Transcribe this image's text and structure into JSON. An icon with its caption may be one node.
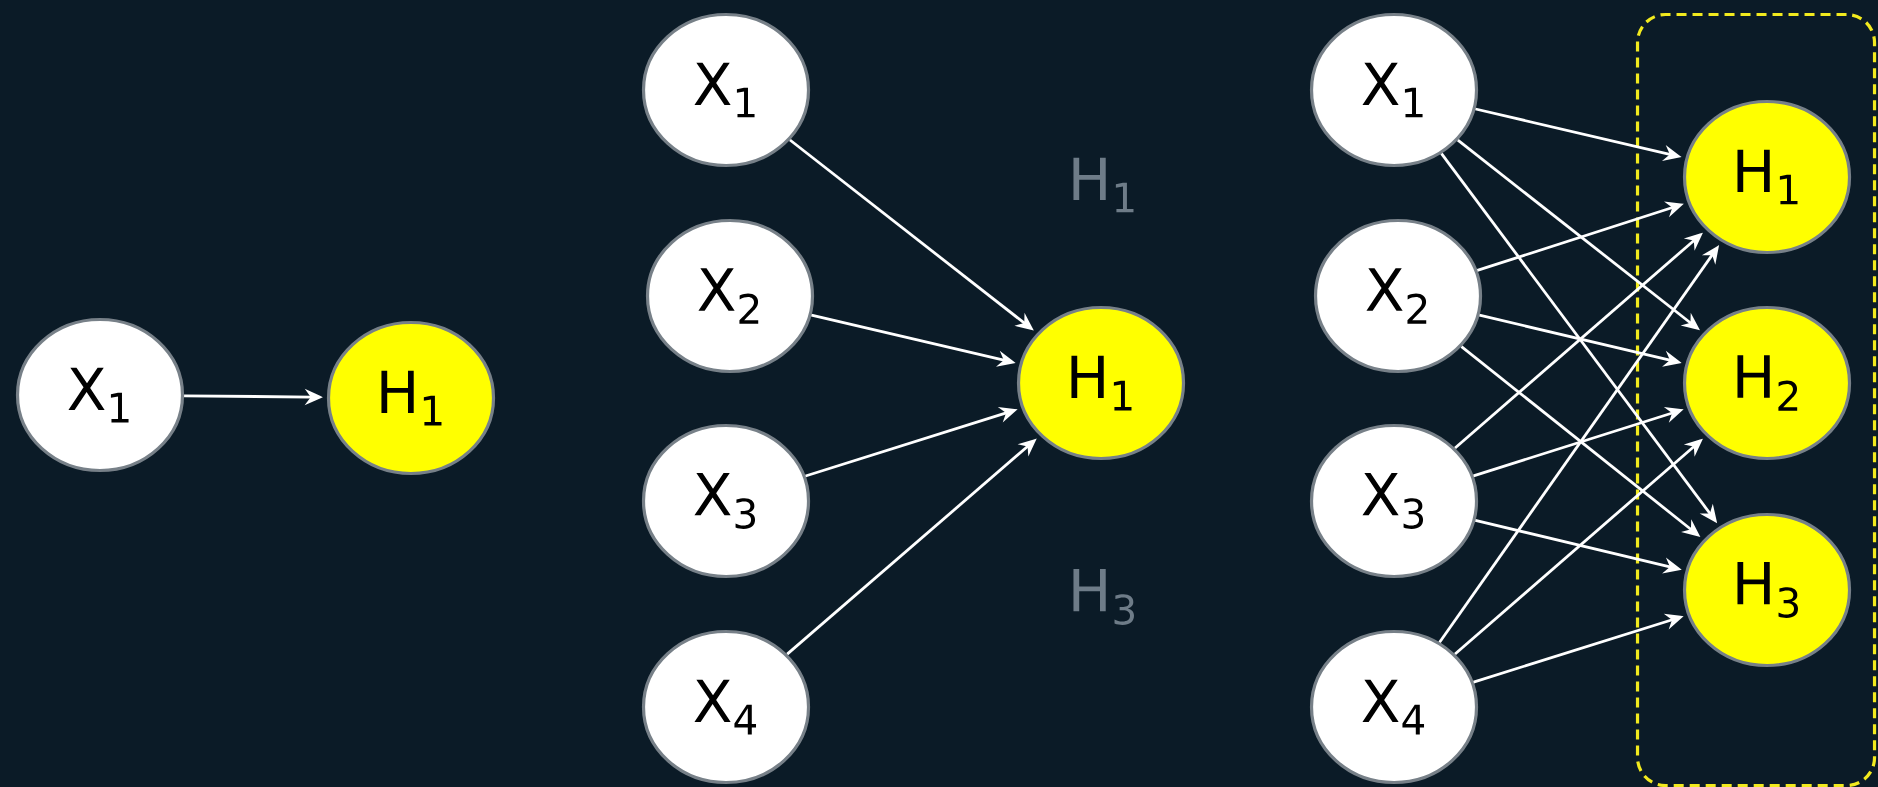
{
  "diagram": {
    "nodes": [
      {
        "text": [
          "X$_{1}$"
        ]
      },
      {
        "text": [
          "H$_{1}$"
        ]
      },
      {
        "text": [
          "X$_{1}$"
        ]
      },
      {
        "text": [
          "X$_{2}$"
        ]
      },
      {
        "text": [
          "X$_{3}$"
        ]
      },
      {
        "text": [
          "X$_{4}$"
        ]
      },
      {
        "text": [
          "H$_{1}$"
        ]
      },
      {
        "text": [
          "X$_{1}$"
        ]
      },
      {
        "text": [
          "X$_{2}$"
        ]
      },
      {
        "text": [
          "X$_{3}$"
        ]
      },
      {
        "text": [
          "X$_{4}$"
        ]
      },
      {
        "text": [],
        "shape": "box"
      },
      {
        "text": [
          "H$_{1}$"
        ],
        "in": 11
      },
      {
        "text": [
          "H$_{2}$"
        ],
        "in": 11
      },
      {
        "text": [
          "H$_{3}$"
        ],
        "in": 11
      }
    ],
    "edges": [
      {
        "from": 0,
        "to": 1,
        "arrow": "to"
      },
      {
        "from": 2,
        "to": 6,
        "arrow": "to"
      },
      {
        "from": 3,
        "to": 6,
        "arrow": "to"
      },
      {
        "from": 4,
        "to": 6,
        "arrow": "to"
      },
      {
        "from": 5,
        "to": 6,
        "arrow": "to"
      },
      {
        "from": 7,
        "to": 12,
        "arrow": "to"
      },
      {
        "from": 7,
        "to": 13,
        "arrow": "to"
      },
      {
        "from": 7,
        "to": 14,
        "arrow": "to"
      },
      {
        "from": 8,
        "to": 12,
        "arrow": "to"
      },
      {
        "from": 8,
        "to": 13,
        "arrow": "to"
      },
      {
        "from": 8,
        "to": 14,
        "arrow": "to"
      },
      {
        "from": 9,
        "to": 12,
        "arrow": "to"
      },
      {
        "from": 9,
        "to": 13,
        "arrow": "to"
      },
      {
        "from": 9,
        "to": 14,
        "arrow": "to"
      },
      {
        "from": 10,
        "to": 12,
        "arrow": "to"
      },
      {
        "from": 10,
        "to": 13,
        "arrow": "to"
      },
      {
        "from": 10,
        "to": 14,
        "arrow": "to"
      }
    ],
    "labels": [
      "H$_{1}$",
      "H$_{3}$"
    ]
  }
}
